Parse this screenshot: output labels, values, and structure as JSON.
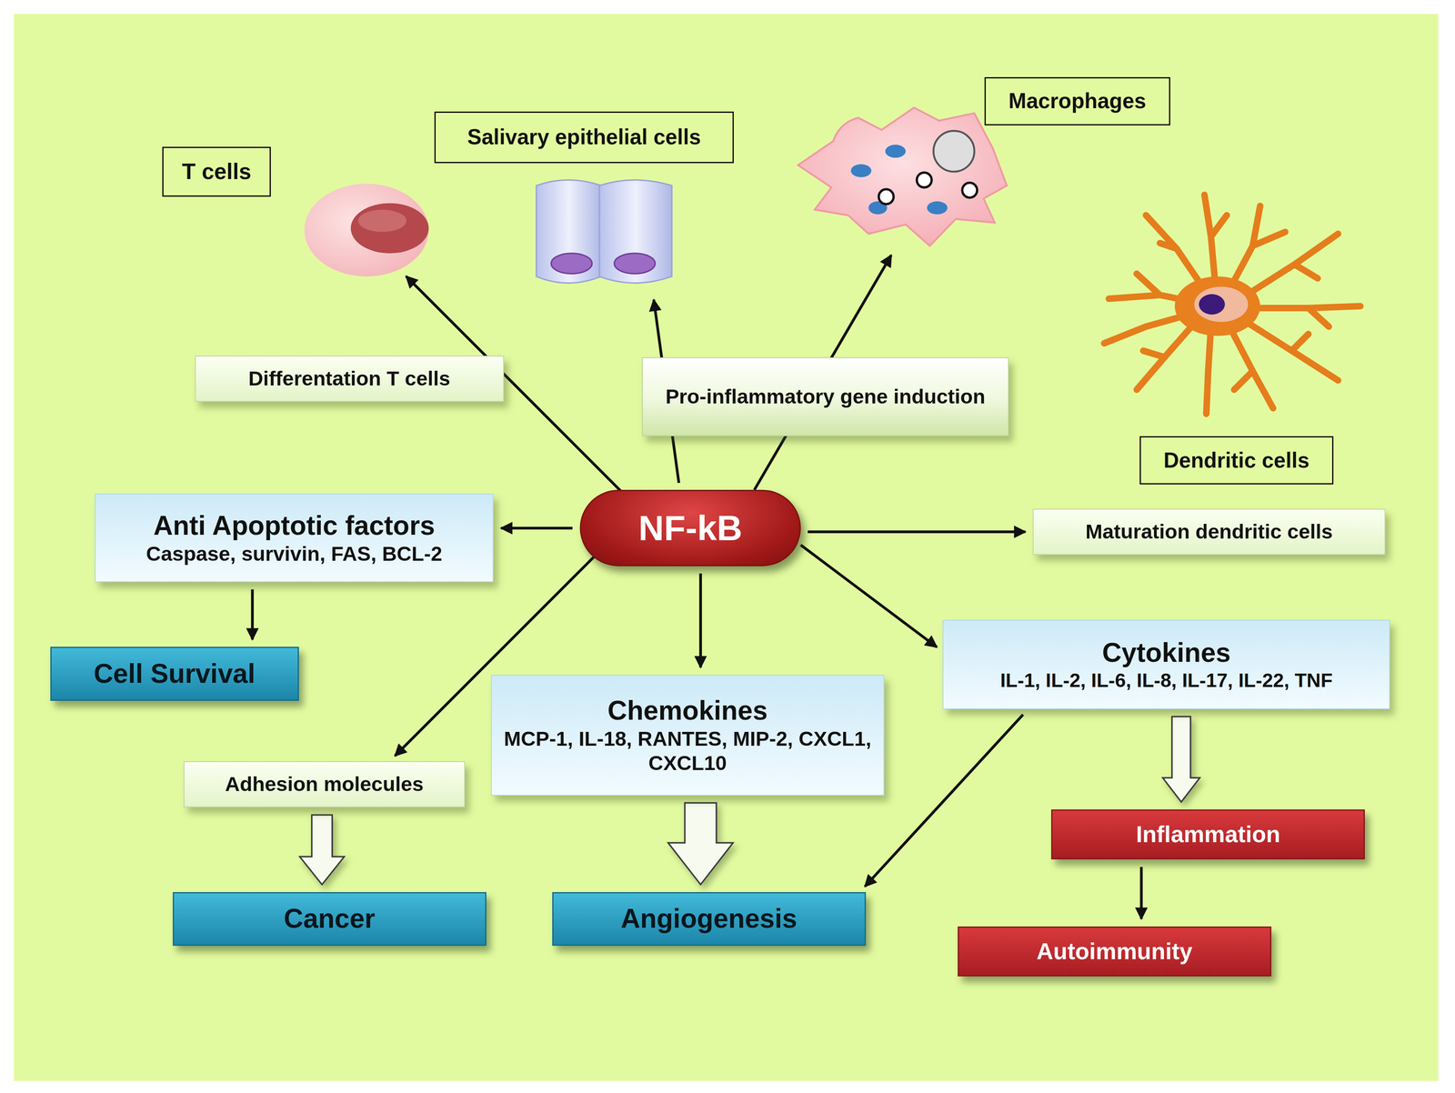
{
  "diagram": {
    "nodes": [
      {
        "text": [
          "T cells"
        ]
      },
      {
        "text": [
          "Salivary epithelial cells"
        ]
      },
      {
        "text": [
          "Macrophages"
        ]
      },
      {
        "text": [
          "Differentation T cells"
        ]
      },
      {
        "text": [
          "Pro-inflammatory gene induction"
        ]
      },
      {
        "text": [
          "Dendritic cells"
        ]
      },
      {
        "text": [
          "Anti Apoptotic factors",
          "Caspase, survivin, FAS, BCL-2"
        ]
      },
      {
        "text": [
          "NF-kB"
        ]
      },
      {
        "text": [
          "Maturation dendritic cells"
        ]
      },
      {
        "text": [
          "Cell Survival"
        ]
      },
      {
        "text": [
          "Cytokines",
          "IL-1, IL-2, IL-6, IL-8, IL-17, IL-22, TNF"
        ]
      },
      {
        "text": [
          "Chemokines",
          "MCP-1,  IL-18, RANTES, MIP-2, CXCL1, CXCL10"
        ]
      },
      {
        "text": [
          "Adhesion molecules"
        ]
      },
      {
        "text": [
          "Inflammation"
        ]
      },
      {
        "text": [
          "Cancer"
        ]
      },
      {
        "text": [
          "Angiogenesis"
        ]
      },
      {
        "text": [
          "Autoimmunity"
        ]
      }
    ],
    "edges": [
      {
        "from": 7,
        "to": 0,
        "arrow": "to"
      },
      {
        "from": 7,
        "to": 1,
        "arrow": "to"
      },
      {
        "from": 7,
        "to": 2,
        "arrow": "to"
      },
      {
        "from": 7,
        "to": 6,
        "arrow": "to"
      },
      {
        "from": 7,
        "to": 8,
        "arrow": "to"
      },
      {
        "from": 7,
        "to": 12,
        "arrow": "to"
      },
      {
        "from": 7,
        "to": 11,
        "arrow": "to"
      },
      {
        "from": 7,
        "to": 10,
        "arrow": "to"
      },
      {
        "from": 6,
        "to": 9,
        "arrow": "to"
      },
      {
        "from": 12,
        "to": 14,
        "arrow": "to"
      },
      {
        "from": 11,
        "to": 15,
        "arrow": "to"
      },
      {
        "from": 10,
        "to": 15,
        "arrow": "to"
      },
      {
        "from": 10,
        "to": 13,
        "arrow": "to"
      },
      {
        "from": 13,
        "to": 16,
        "arrow": "to"
      }
    ]
  }
}
